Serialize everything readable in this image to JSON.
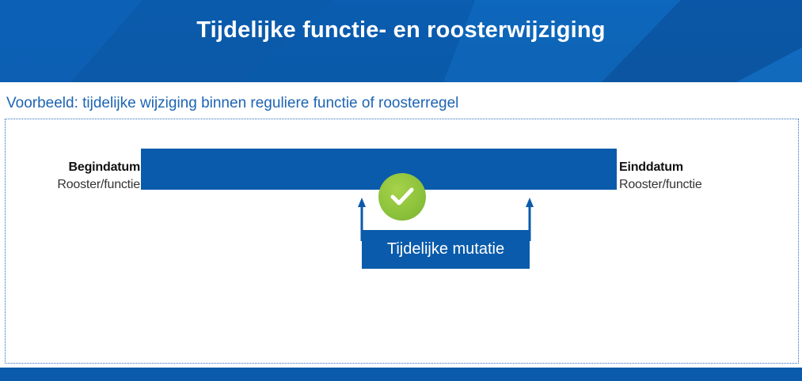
{
  "header": {
    "title": "Tijdelijke functie- en roosterwijziging",
    "background_color": "#0a5bab"
  },
  "subtitle": "Voorbeeld: tijdelijke wijziging binnen reguliere functie of roosterregel",
  "diagram": {
    "start": {
      "label": "Begindatum",
      "sublabel": "Rooster/functie"
    },
    "end": {
      "label": "Einddatum",
      "sublabel": "Rooster/functie"
    },
    "mutation_label": "Tijdelijke mutatie",
    "check_icon": "check-icon",
    "colors": {
      "bar": "#0a5bab",
      "check": "#8cc23b",
      "text_accent": "#1d64b3"
    }
  }
}
